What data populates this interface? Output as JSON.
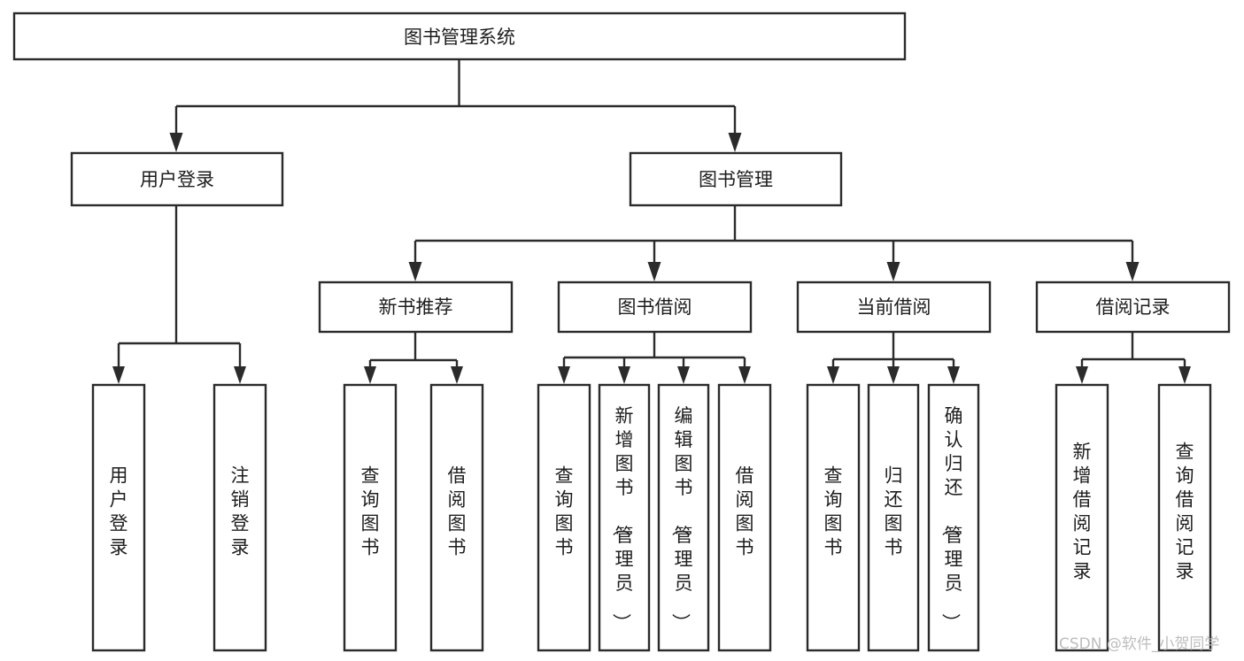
{
  "diagram": {
    "type": "tree-hierarchy-chart",
    "title": "图书管理系统",
    "orientation": "top-down",
    "colors": {
      "background": "#ffffff",
      "box_fill": "#ffffff",
      "box_stroke": "#2b2b2b",
      "connector": "#2b2b2b",
      "text": "#1d1d1d",
      "watermark": "#bdbdbd"
    },
    "root": {
      "label": "图书管理系统",
      "orientation": "horizontal"
    },
    "level2": [
      {
        "label": "用户登录",
        "orientation": "horizontal"
      },
      {
        "label": "图书管理",
        "orientation": "horizontal"
      }
    ],
    "level3": [
      {
        "label": "新书推荐",
        "orientation": "horizontal"
      },
      {
        "label": "图书借阅",
        "orientation": "horizontal"
      },
      {
        "label": "当前借阅",
        "orientation": "horizontal"
      },
      {
        "label": "借阅记录",
        "orientation": "horizontal"
      }
    ],
    "leaves": {
      "user_login": [
        {
          "label": "用户登录",
          "orientation": "vertical"
        },
        {
          "label": "注销登录",
          "orientation": "vertical"
        }
      ],
      "new_book_recommend": [
        {
          "label": "查询图书",
          "orientation": "vertical"
        },
        {
          "label": "借阅图书",
          "orientation": "vertical"
        }
      ],
      "book_borrow": [
        {
          "label": "查询图书",
          "orientation": "vertical"
        },
        {
          "label": "新增图书（管理员）",
          "orientation": "vertical"
        },
        {
          "label": "编辑图书（管理员）",
          "orientation": "vertical"
        },
        {
          "label": "借阅图书",
          "orientation": "vertical"
        }
      ],
      "current_borrow": [
        {
          "label": "查询图书",
          "orientation": "vertical"
        },
        {
          "label": "归还图书",
          "orientation": "vertical"
        },
        {
          "label": "确认归还（管理员）",
          "orientation": "vertical"
        }
      ],
      "borrow_record": [
        {
          "label": "新增借阅记录",
          "orientation": "vertical"
        },
        {
          "label": "查询借阅记录",
          "orientation": "vertical"
        }
      ]
    }
  },
  "watermark": {
    "text": "CSDN @软件_小贺同学"
  }
}
